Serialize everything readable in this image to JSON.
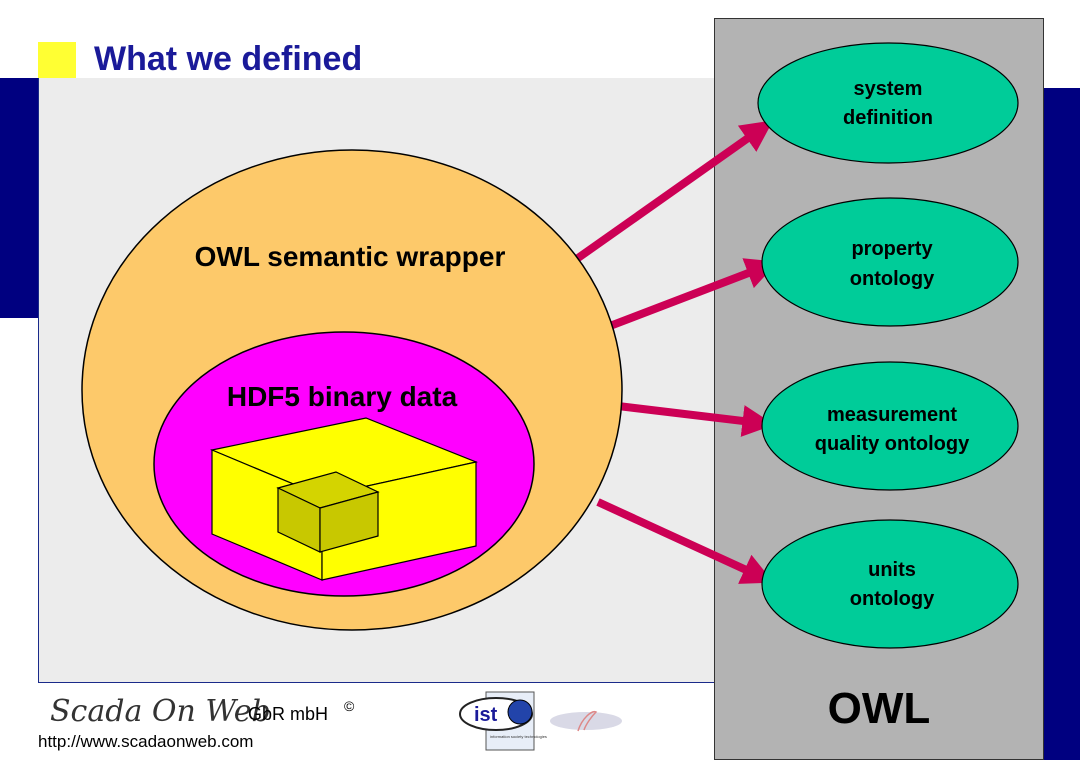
{
  "slide": {
    "title": "What we defined"
  },
  "diagram": {
    "outer_label": "OWL semantic wrapper",
    "inner_label": "HDF5 binary data",
    "panel_label": "OWL",
    "ontologies": [
      {
        "line1": "system",
        "line2": "definition"
      },
      {
        "line1": "property",
        "line2": "ontology"
      },
      {
        "line1": "measurement",
        "line2": "quality ontology"
      },
      {
        "line1": "units",
        "line2": "ontology"
      }
    ]
  },
  "footer": {
    "logo_text": "Scada On Web",
    "company_suffix": "GbR mbH",
    "copyright": "©",
    "url": "http://www.scadaonweb.com",
    "ist_logo_text": "ist",
    "ist_logo_subtext": "information society technologies"
  },
  "colors": {
    "accent_yellow": "#ffff33",
    "navy": "#000080",
    "wrapper_orange": "#fdc96a",
    "hdf5_magenta": "#ff00ff",
    "cube_yellow": "#ffff00",
    "ontology_green": "#00cc99",
    "arrow_crimson": "#cc0055"
  }
}
